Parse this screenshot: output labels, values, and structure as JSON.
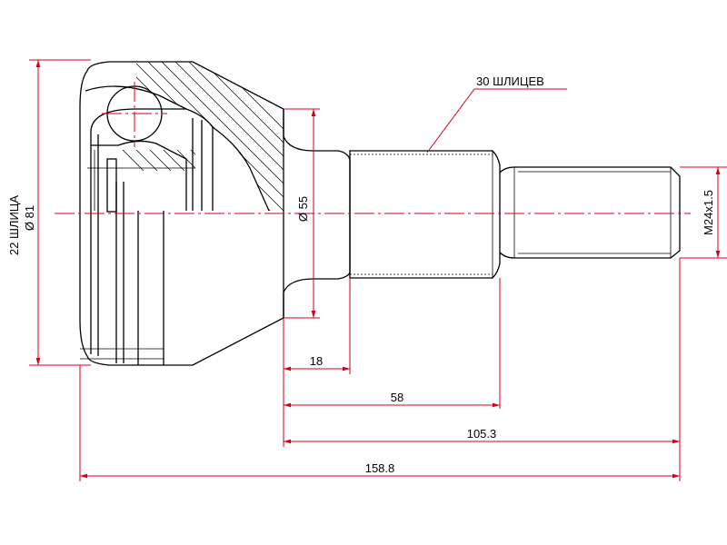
{
  "drawing": {
    "spline_label": "30 ШЛИЦЕВ",
    "inner_splines_label": "22 ШЛИЦА",
    "outer_diameter_label": "Ø 81",
    "seat_diameter_label": "Ø 55",
    "thread_label": "M24x1.5"
  },
  "dimensions": {
    "d1": "18",
    "d2": "58",
    "d3": "105.3",
    "d4": "158.8"
  },
  "colors": {
    "dimension": "#d0021b",
    "part": "#000000"
  }
}
